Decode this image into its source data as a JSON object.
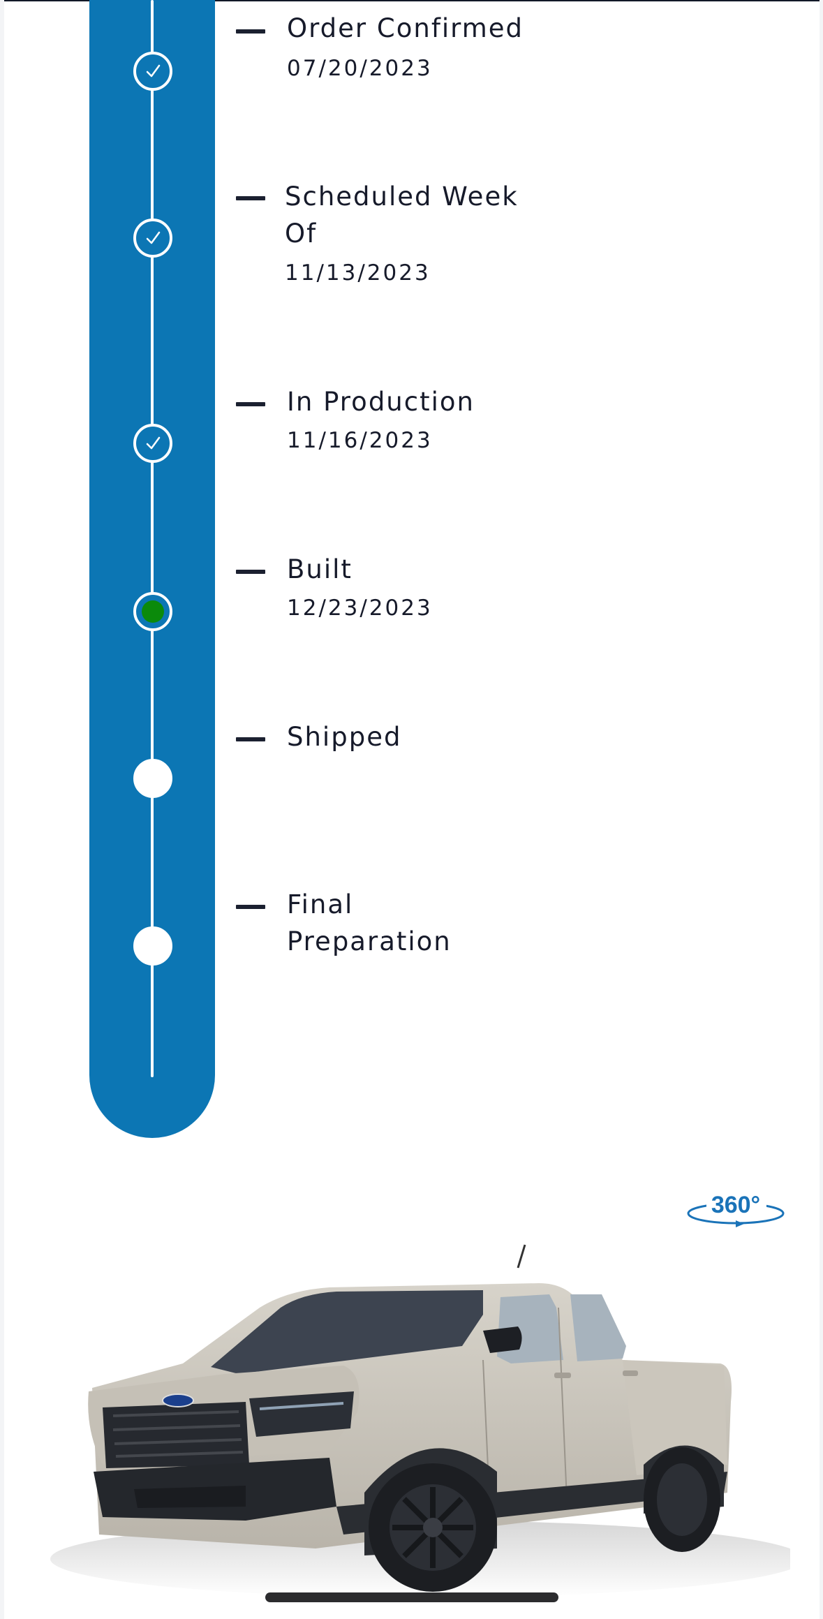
{
  "timeline": {
    "steps": [
      {
        "title": "Order Confirmed",
        "date": "07/20/2023",
        "status": "completed"
      },
      {
        "title": "Scheduled Week Of",
        "date": "11/13/2023",
        "status": "completed"
      },
      {
        "title": "In Production",
        "date": "11/16/2023",
        "status": "completed"
      },
      {
        "title": "Built",
        "date": "12/23/2023",
        "status": "current"
      },
      {
        "title": "Shipped",
        "date": "",
        "status": "pending"
      },
      {
        "title": "Final Preparation",
        "date": "",
        "status": "pending"
      }
    ],
    "colors": {
      "track": "#0c76b4",
      "current_dot": "#0b8a0b",
      "text": "#161a2a"
    }
  },
  "viewer": {
    "badge_label": "360°",
    "badge_icon": "360-rotate-icon",
    "vehicle_image": "pickup-truck-image"
  }
}
